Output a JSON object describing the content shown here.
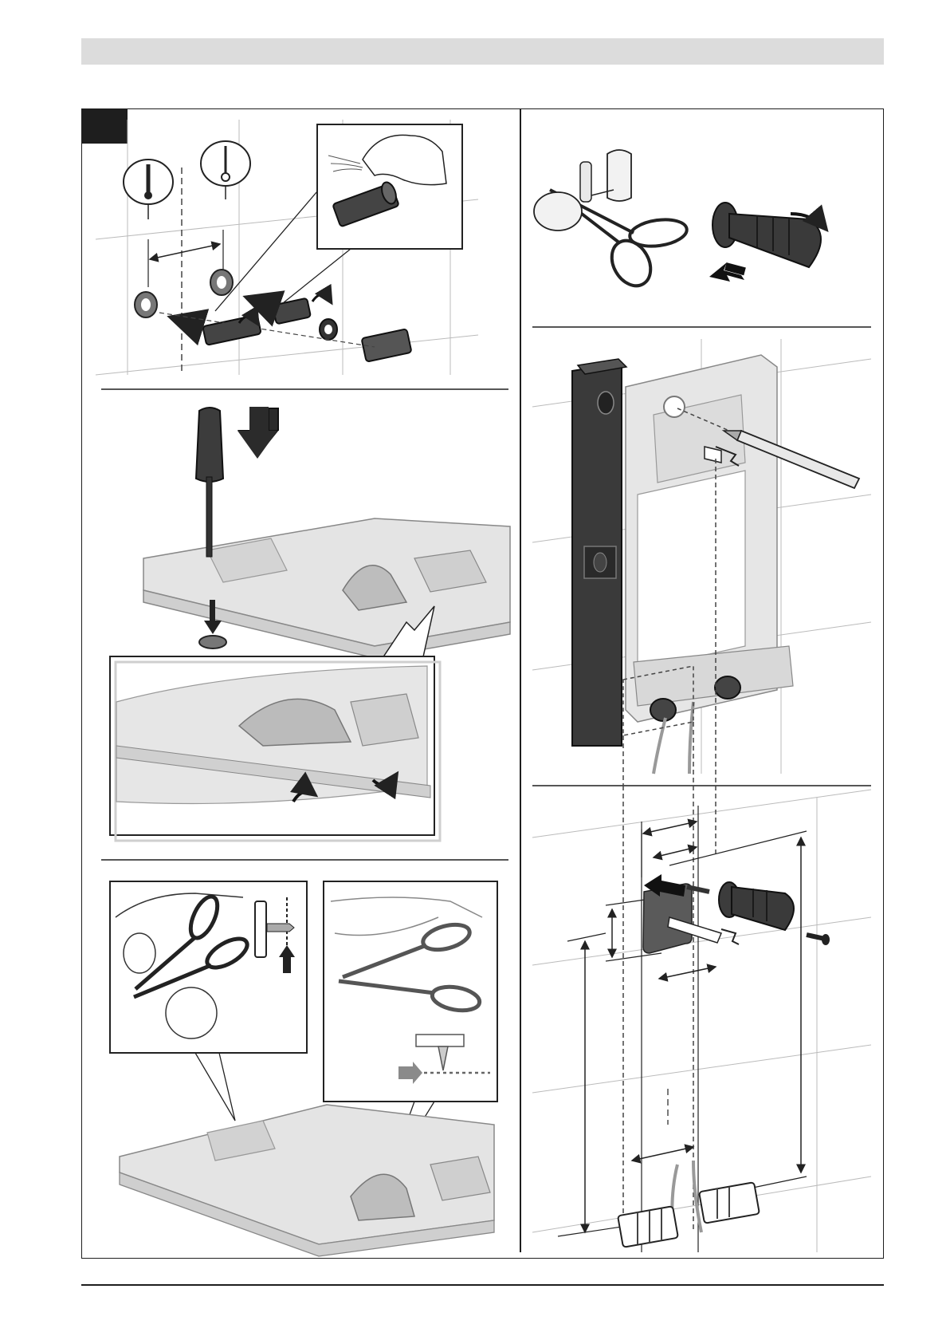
{
  "document": {
    "header_bar_color": "#dcdcdc",
    "frame_color": "#1e1e1e",
    "step_badge_color": "#1e1e1e"
  },
  "panels": [
    {
      "id": "wall-connections",
      "icons": [
        "thermometer-icon",
        "thermometer-icon",
        "hand-icon",
        "arrow-icon"
      ]
    },
    {
      "id": "screwdriver-break-out",
      "icons": [
        "screwdriver-icon",
        "arrow-down-icon",
        "rotate-arrow-icon"
      ]
    },
    {
      "id": "scissors-cut-out",
      "icons": [
        "scissors-icon",
        "arrow-up-icon",
        "arrow-right-icon"
      ]
    },
    {
      "id": "sleeve-assembly",
      "icons": [
        "scissors-icon",
        "rotate-arrow-icon",
        "arrow-left-icon"
      ]
    },
    {
      "id": "frame-marking",
      "icons": [
        "spirit-level-icon",
        "pencil-icon"
      ]
    },
    {
      "id": "dimension-drawing",
      "icons": [
        "dimension-arrow-icon",
        "arrow-right-icon"
      ]
    }
  ]
}
